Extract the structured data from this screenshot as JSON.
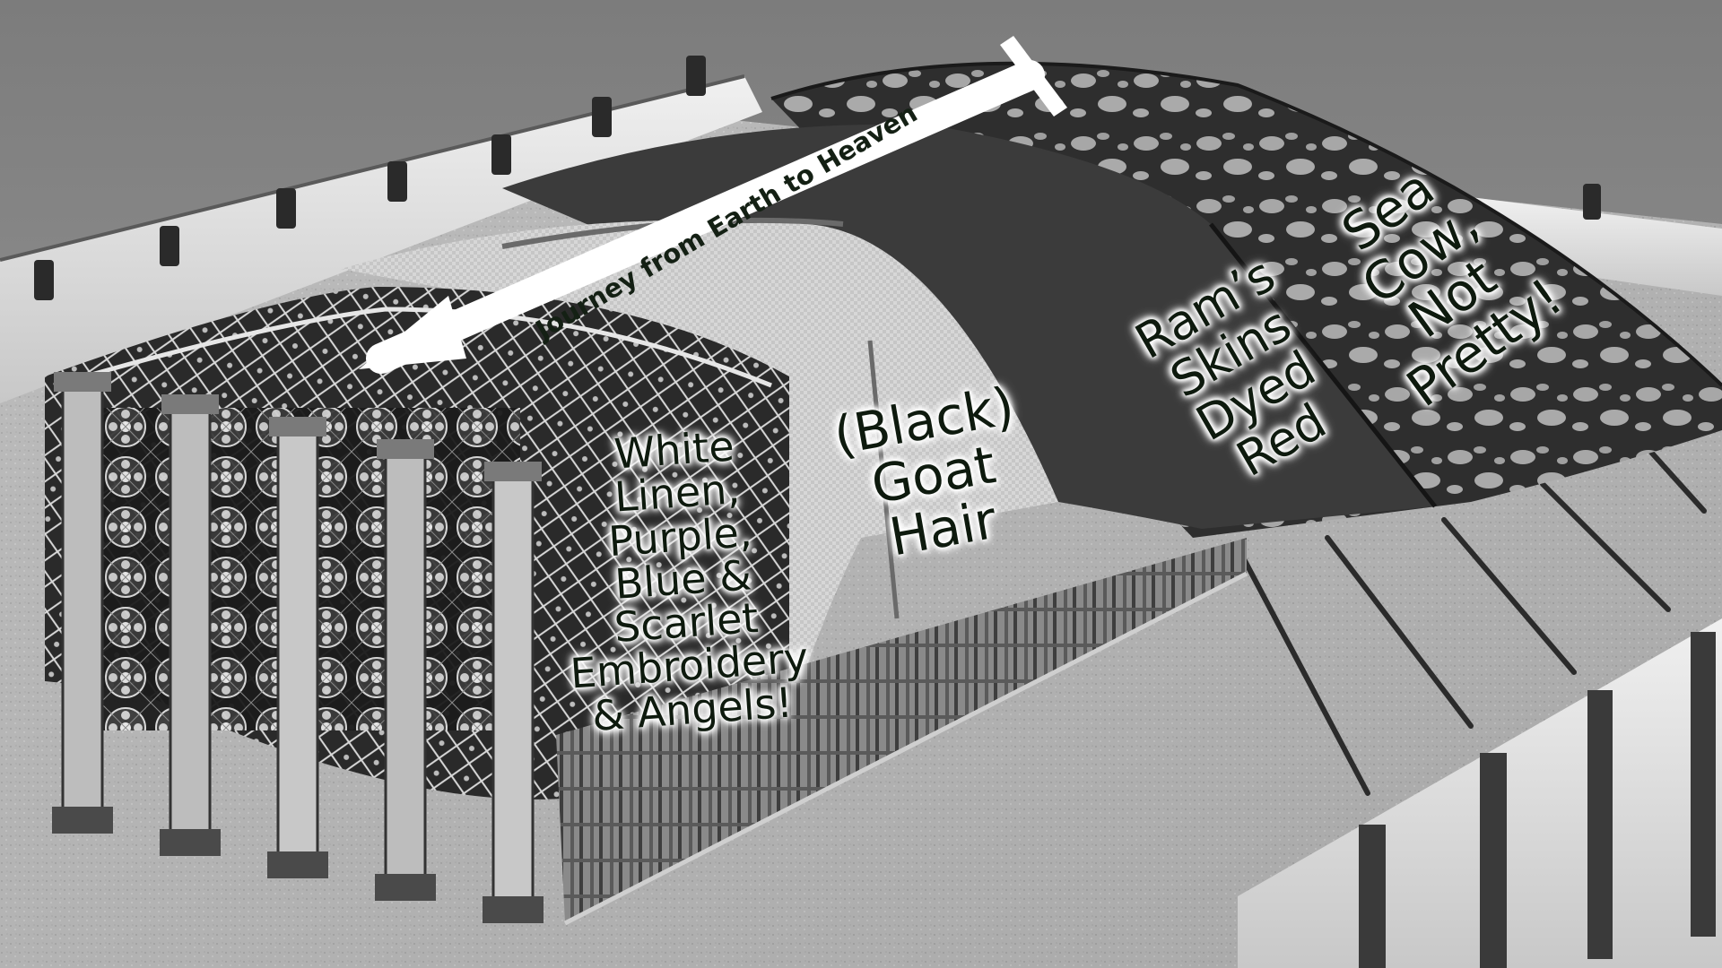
{
  "photo": {
    "subject": "tabernacle-model-photo",
    "palette": {
      "sky": "#8a8a8a",
      "ground": "#b5b5b5",
      "dark": "#1a1a1a",
      "linen": "#e8e8e8",
      "label_text": "#0e1a0e",
      "label_glow": "#ffffff"
    }
  },
  "arrow": {
    "label": "Journey from Earth to Heaven",
    "icon": "double-headed-arrow-icon"
  },
  "labels": {
    "linen": [
      "White",
      "Linen,",
      "Purple,",
      "Blue &",
      "Scarlet",
      "Embroidery",
      "& Angels!"
    ],
    "goat": [
      "(Black)",
      "Goat",
      "Hair"
    ],
    "ram": [
      "Ram’s",
      "Skins",
      "Dyed",
      "Red"
    ],
    "seacow": [
      "Sea",
      "Cow,",
      "Not",
      "Pretty!"
    ]
  }
}
